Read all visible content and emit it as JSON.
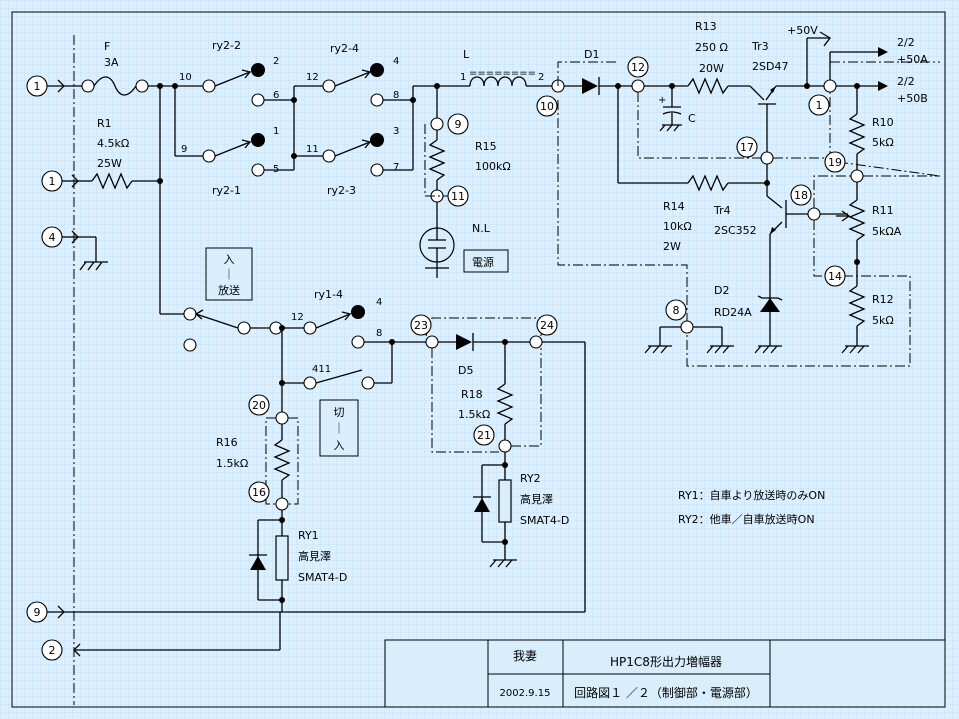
{
  "connectors": {
    "c1a": "1",
    "c1b": "1",
    "c4": "4",
    "c9": "9",
    "c2": "2"
  },
  "fuse": {
    "name": "F",
    "rating": "3A"
  },
  "r1": {
    "name": "R1",
    "value": "4.5kΩ",
    "power": "25W"
  },
  "relays": {
    "ry2_2": "ry2-2",
    "ry2_1": "ry2-1",
    "ry2_4": "ry2-4",
    "ry2_3": "ry2-3",
    "ry1_4": "ry1-4"
  },
  "pins": {
    "p10": "10",
    "p9": "9",
    "p2": "2",
    "p1": "1",
    "p6": "6",
    "p5": "5",
    "p12a": "12",
    "p11a": "11",
    "p4a": "4",
    "p3": "3",
    "p8a": "8",
    "p7": "7",
    "p12b": "12",
    "p4b": "4",
    "p8b": "8",
    "p411": "411",
    "l1": "1",
    "l2": "2"
  },
  "inductor": {
    "name": "L",
    "dashes": "========"
  },
  "r15": {
    "name": "R15",
    "value": "100kΩ"
  },
  "nl": {
    "name": "N.L",
    "box": "電源"
  },
  "d1": "D1",
  "c": {
    "name": "C",
    "plus": "+"
  },
  "r13": {
    "name": "R13",
    "value": "250 Ω",
    "power": "20W"
  },
  "tr3": {
    "name": "Tr3",
    "part": "2SD47"
  },
  "supply": {
    "v50": "+50V",
    "out1_top": "2/2",
    "out1_bot": "+50A",
    "out2_top": "2/2",
    "out2_bot": "+50B"
  },
  "r10": {
    "name": "R10",
    "value": "5kΩ"
  },
  "r11": {
    "name": "R11",
    "value": "5kΩA"
  },
  "r12": {
    "name": "R12",
    "value": "5kΩ"
  },
  "r14": {
    "name": "R14",
    "value": "10kΩ",
    "power": "2W"
  },
  "tr4": {
    "name": "Tr4",
    "part": "2SC352"
  },
  "d2": {
    "name": "D2",
    "part": "RD24A"
  },
  "switch_tx": {
    "l1": "入",
    "l2": "｜",
    "l3": "放送"
  },
  "switch_cut": {
    "l1": "切",
    "l2": "｜",
    "l3": "入"
  },
  "d5": "D5",
  "r18": {
    "name": "R18",
    "value": "1.5kΩ"
  },
  "r16": {
    "name": "R16",
    "value": "1.5kΩ"
  },
  "ry1": {
    "name": "RY1",
    "maker": "高見澤",
    "part": "SMAT4-D"
  },
  "ry2": {
    "name": "RY2",
    "maker": "高見澤",
    "part": "SMAT4-D"
  },
  "notes": {
    "n1": "RY1：自車より放送時のみON",
    "n2": "RY2：他車／自車放送時ON"
  },
  "circled": {
    "t12": "12",
    "t10": "10",
    "t9": "9",
    "t11": "11",
    "t1": "1",
    "t17": "17",
    "t19": "19",
    "t18": "18",
    "t14": "14",
    "t8": "8",
    "t23": "23",
    "t24": "24",
    "t21": "21",
    "t20": "20",
    "t16": "16"
  },
  "title_block": {
    "author": "我妻",
    "date": "2002.9.15",
    "title": "HP1C8形出力増幅器",
    "subtitle": "回路図１ ／２（制御部・電源部）"
  }
}
